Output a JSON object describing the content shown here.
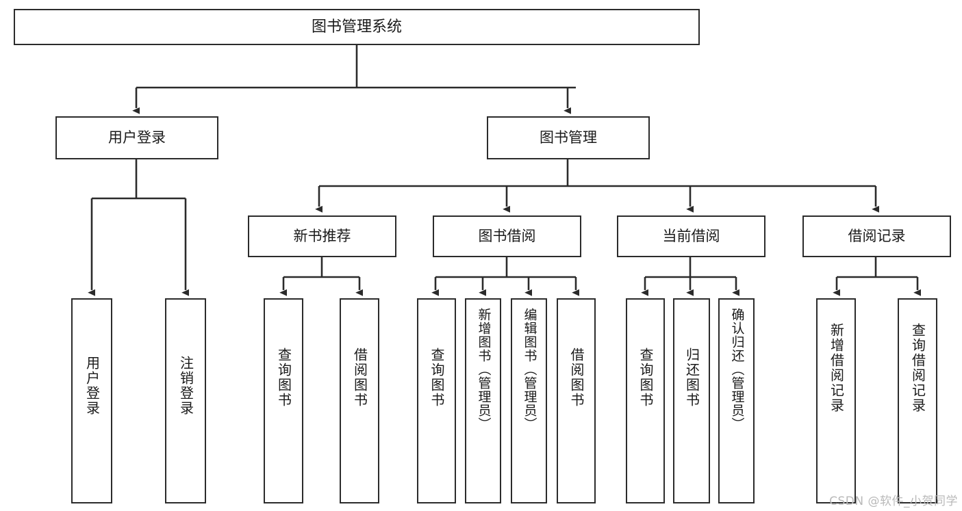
{
  "diagram": {
    "title": "图书管理系统",
    "type": "tree-hierarchy-diagram",
    "watermark": "CSDN @软件_小贺同学",
    "colors": {
      "stroke": "#2b2b2b",
      "fill": "#ffffff",
      "text": "#1a1a1a",
      "watermark": "#b9b9b9"
    },
    "root": {
      "id": "root",
      "label": "图书管理系统"
    },
    "level2": [
      {
        "id": "user-login",
        "label": "用户登录"
      },
      {
        "id": "book-management",
        "label": "图书管理"
      }
    ],
    "level3": [
      {
        "id": "new-book-recommend",
        "label": "新书推荐"
      },
      {
        "id": "book-borrow",
        "label": "图书借阅"
      },
      {
        "id": "current-borrow",
        "label": "当前借阅"
      },
      {
        "id": "borrow-record",
        "label": "借阅记录"
      }
    ],
    "leaves": [
      {
        "id": "leaf-user-login",
        "label": "用户登录",
        "parent": "user-login"
      },
      {
        "id": "leaf-user-logout",
        "label": "注销登录",
        "parent": "user-login"
      },
      {
        "id": "leaf-query-book-1",
        "label": "查询图书",
        "parent": "new-book-recommend"
      },
      {
        "id": "leaf-borrow-book-1",
        "label": "借阅图书",
        "parent": "new-book-recommend"
      },
      {
        "id": "leaf-query-book-2",
        "label": "查询图书",
        "parent": "book-borrow"
      },
      {
        "id": "leaf-add-book",
        "label": "新增图书（管理员）",
        "parent": "book-borrow"
      },
      {
        "id": "leaf-edit-book",
        "label": "编辑图书（管理员）",
        "parent": "book-borrow"
      },
      {
        "id": "leaf-borrow-book-2",
        "label": "借阅图书",
        "parent": "book-borrow"
      },
      {
        "id": "leaf-query-book-3",
        "label": "查询图书",
        "parent": "current-borrow"
      },
      {
        "id": "leaf-return-book",
        "label": "归还图书",
        "parent": "current-borrow"
      },
      {
        "id": "leaf-confirm-return",
        "label": "确认归还（管理员）",
        "parent": "current-borrow"
      },
      {
        "id": "leaf-add-record",
        "label": "新增借阅记录",
        "parent": "borrow-record"
      },
      {
        "id": "leaf-query-record",
        "label": "查询借阅记录",
        "parent": "borrow-record"
      }
    ]
  }
}
